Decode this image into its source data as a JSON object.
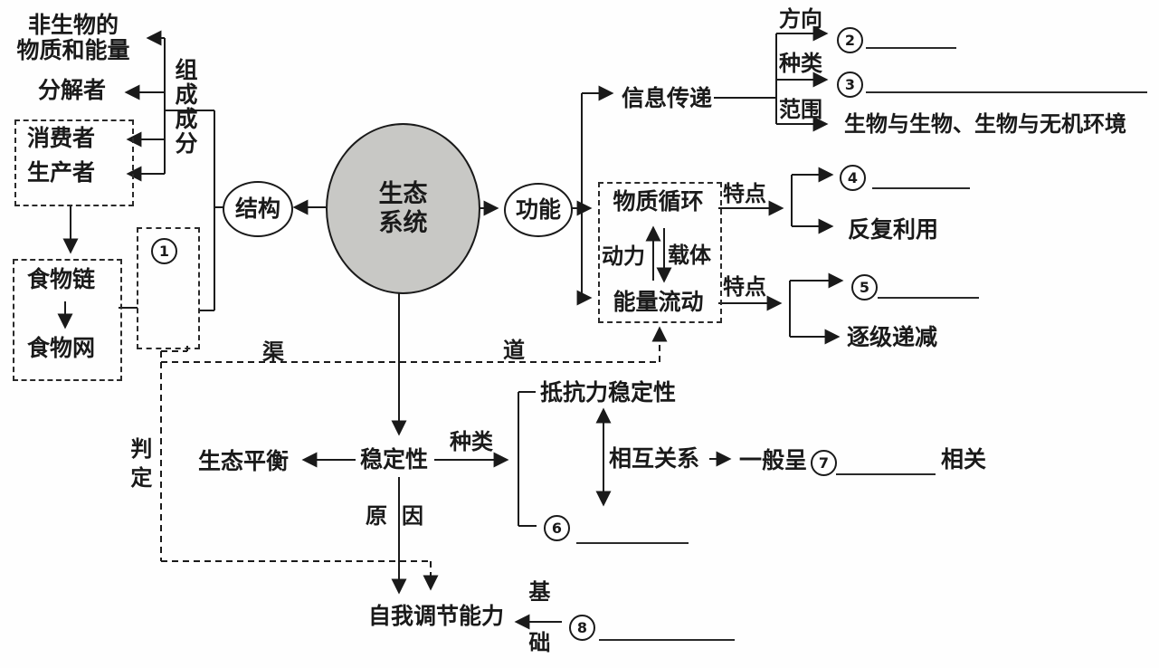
{
  "nodes": {
    "ecosystem": "生态系统",
    "structure": "结构",
    "function": "功能"
  },
  "components": {
    "label": "组成成分",
    "nonbio_line1": "非生物的",
    "nonbio_line2": "物质和能量",
    "decomposer": "分解者",
    "consumer": "消费者",
    "producer": "生产者"
  },
  "food": {
    "chain": "食物链",
    "web": "食物网"
  },
  "info": {
    "label": "信息传递",
    "direction": "方向",
    "kind": "种类",
    "scope": "范围",
    "scope_value": "生物与生物、生物与无机环境"
  },
  "cycle": {
    "matter": "物质循环",
    "energy": "能量流动",
    "power": "动力",
    "carrier": "载体",
    "feature_top": "特点",
    "feature_bottom": "特点",
    "reuse": "反复利用",
    "decrease": "逐级递减"
  },
  "channel": {
    "left": "渠",
    "right": "道"
  },
  "judge": {
    "label": "判定"
  },
  "stability": {
    "label": "稳定性",
    "balance": "生态平衡",
    "kind": "种类",
    "resistance": "抵抗力稳定性",
    "relation": "相互关系",
    "relation_prefix": "一般呈",
    "relation_suffix": "相关",
    "reason": "原因",
    "self_regulation": "自我调节能力",
    "basis": "基础"
  },
  "blanks": {
    "n1": "1",
    "n2": "2",
    "n3": "3",
    "n4": "4",
    "n5": "5",
    "n6": "6",
    "n7": "7",
    "n8": "8"
  }
}
